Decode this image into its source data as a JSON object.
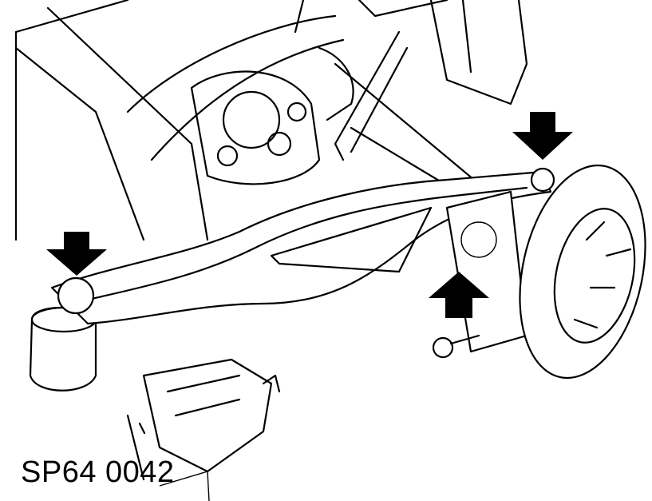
{
  "figure": {
    "reference_label": "SP64 0042",
    "arrows": [
      {
        "name": "outer-upper-mount-arrow",
        "direction": "down"
      },
      {
        "name": "inner-mount-arrow",
        "direction": "down"
      },
      {
        "name": "lower-hub-arrow",
        "direction": "up"
      }
    ]
  }
}
